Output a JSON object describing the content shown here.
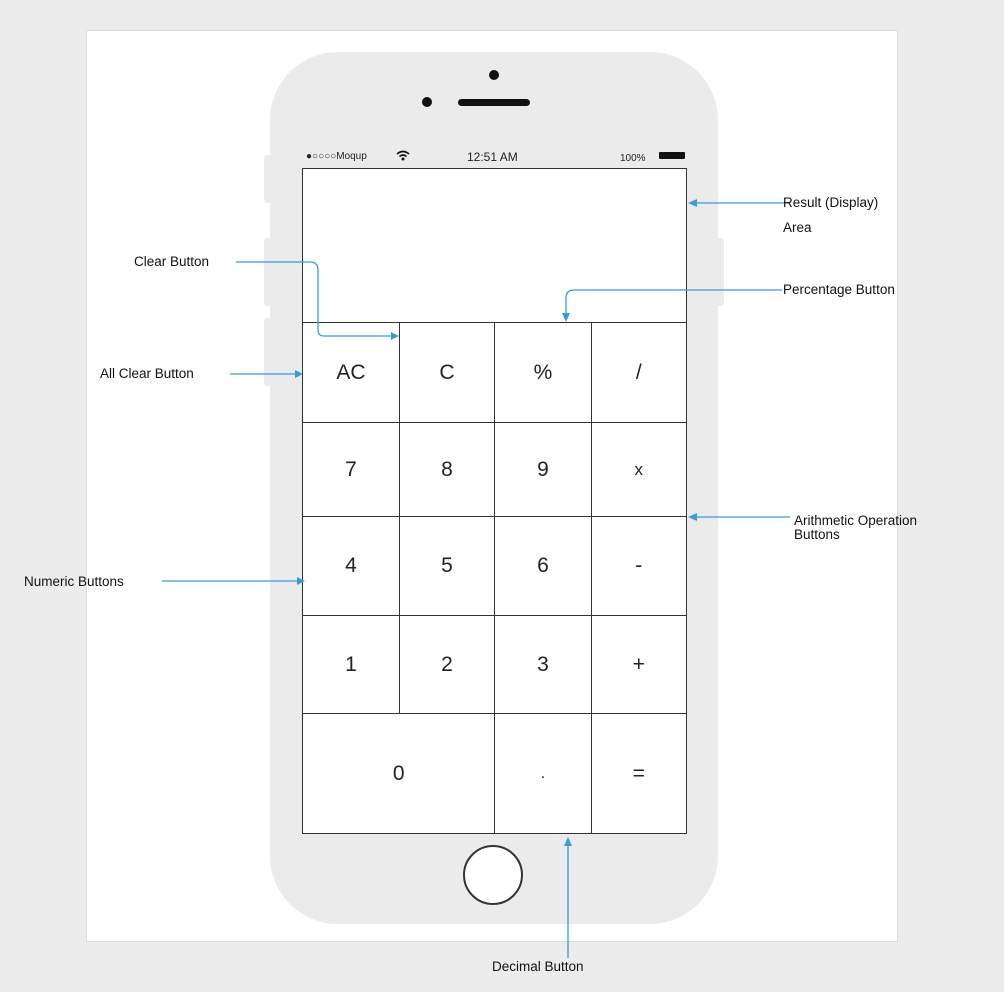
{
  "status_bar": {
    "carrier": "●○○○○Moqup",
    "time": "12:51 AM",
    "battery": "100%"
  },
  "keys": {
    "ac": "AC",
    "c": "C",
    "percent": "%",
    "divide": "/",
    "k7": "7",
    "k8": "8",
    "k9": "9",
    "multiply": "x",
    "k4": "4",
    "k5": "5",
    "k6": "6",
    "minus": "-",
    "k1": "1",
    "k2": "2",
    "k3": "3",
    "plus": "+",
    "k0": "0",
    "decimal": ".",
    "equals": "="
  },
  "annotations": {
    "clear": "Clear Button",
    "all_clear": "All Clear Button",
    "numeric": "Numeric Buttons",
    "result_line1": "Result (Display)",
    "result_line2": "Area",
    "percentage": "Percentage Button",
    "arith_line1": "Arithmetic Operation",
    "arith_line2": "Buttons",
    "decimal": "Decimal Button"
  },
  "colors": {
    "annotation_arrow": "#3a9ad9",
    "phone_body": "#ebebeb",
    "outline": "#333333"
  },
  "icons": [
    "wifi-icon",
    "battery-icon"
  ]
}
